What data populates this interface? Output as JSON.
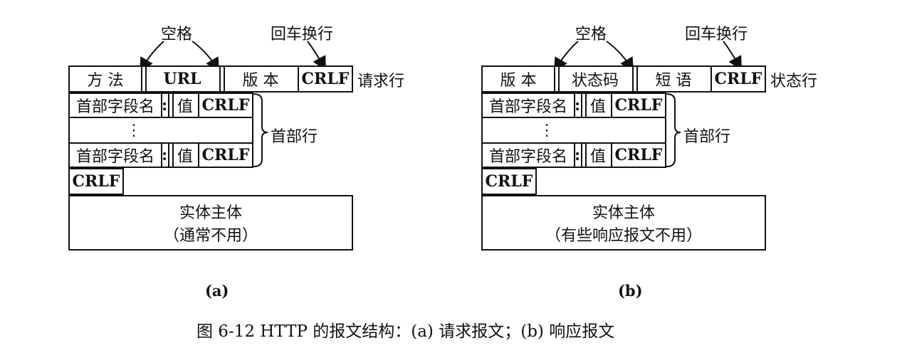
{
  "diagram_a": {
    "space_label": "空格",
    "crlf_label": "回车换行",
    "line_label": "请求行",
    "fields": [
      "方  法",
      "URL",
      "版  本",
      "CRLF"
    ],
    "header_name": "首部字段名",
    "colon": ":",
    "value": "值",
    "crlf": "CRLF",
    "ellipsis": "⋮",
    "header_brace_label": "首部行",
    "end_crlf": "CRLF",
    "body_title": "实体主体",
    "body_note": "（通常不用）",
    "sub_caption": "(a)"
  },
  "diagram_b": {
    "space_label": "空格",
    "crlf_label": "回车换行",
    "line_label": "状态行",
    "fields": [
      "版  本",
      "状态码",
      "短  语",
      "CRLF"
    ],
    "header_name": "首部字段名",
    "colon": ":",
    "value": "值",
    "crlf": "CRLF",
    "ellipsis": "⋮",
    "header_brace_label": "首部行",
    "end_crlf": "CRLF",
    "body_title": "实体主体",
    "body_note": "（有些响应报文不用）",
    "sub_caption": "(b)"
  },
  "figure_caption": "图 6-12   HTTP 的报文结构：(a) 请求报文；(b) 响应报文"
}
